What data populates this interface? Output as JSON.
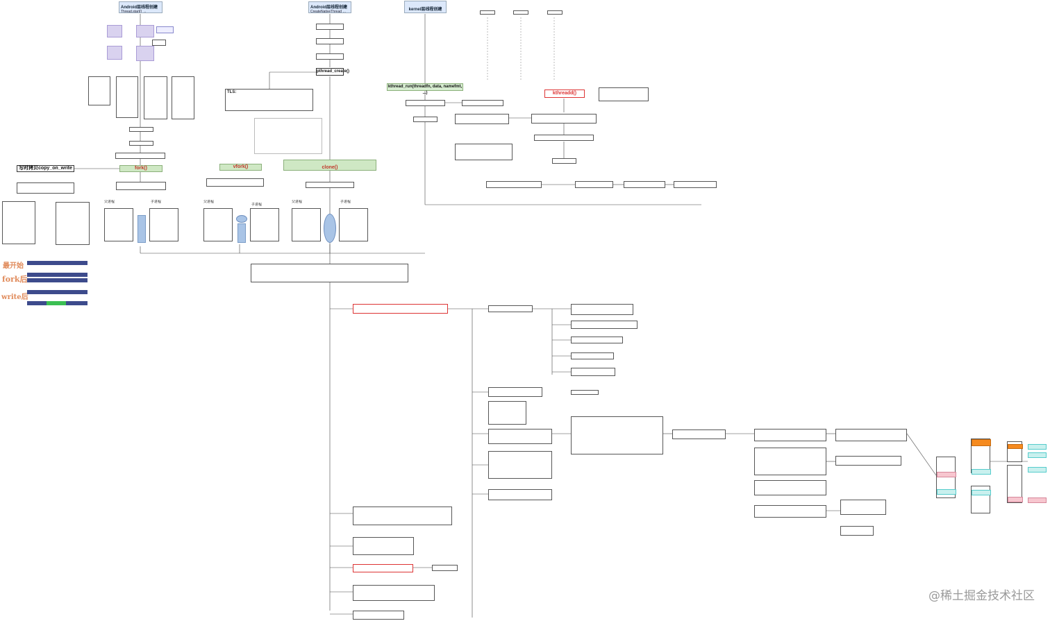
{
  "top_headers": {
    "android_user": "Android层线程创建",
    "android_native": "Android层线程创建",
    "kernel": "kernel层线程创建"
  },
  "labels": {
    "copy_on_write": "写时拷贝copy_on_write",
    "fork": "fork()",
    "vfork": "vfork()",
    "clone": "clone()",
    "pthread_create": "pthread_create()",
    "kthread_run": "kthread_run(threadfn, data, namefmt, ...)",
    "kthreadd": "kthreadd()",
    "tls": "TLS:",
    "parent": "父进程",
    "child": "子进程"
  },
  "cow_states": {
    "start": "最开始",
    "after_fork": "fork后",
    "after_write": "write后"
  },
  "watermark": "@稀土掘金技术社区",
  "colors": {
    "green_fill": "#cfe8c4",
    "header_fill": "#dce8fa",
    "red_text": "#d33",
    "orange": "#f58a1f",
    "lavender": "#d9d2ef",
    "blue_node": "#a9c4e6"
  }
}
